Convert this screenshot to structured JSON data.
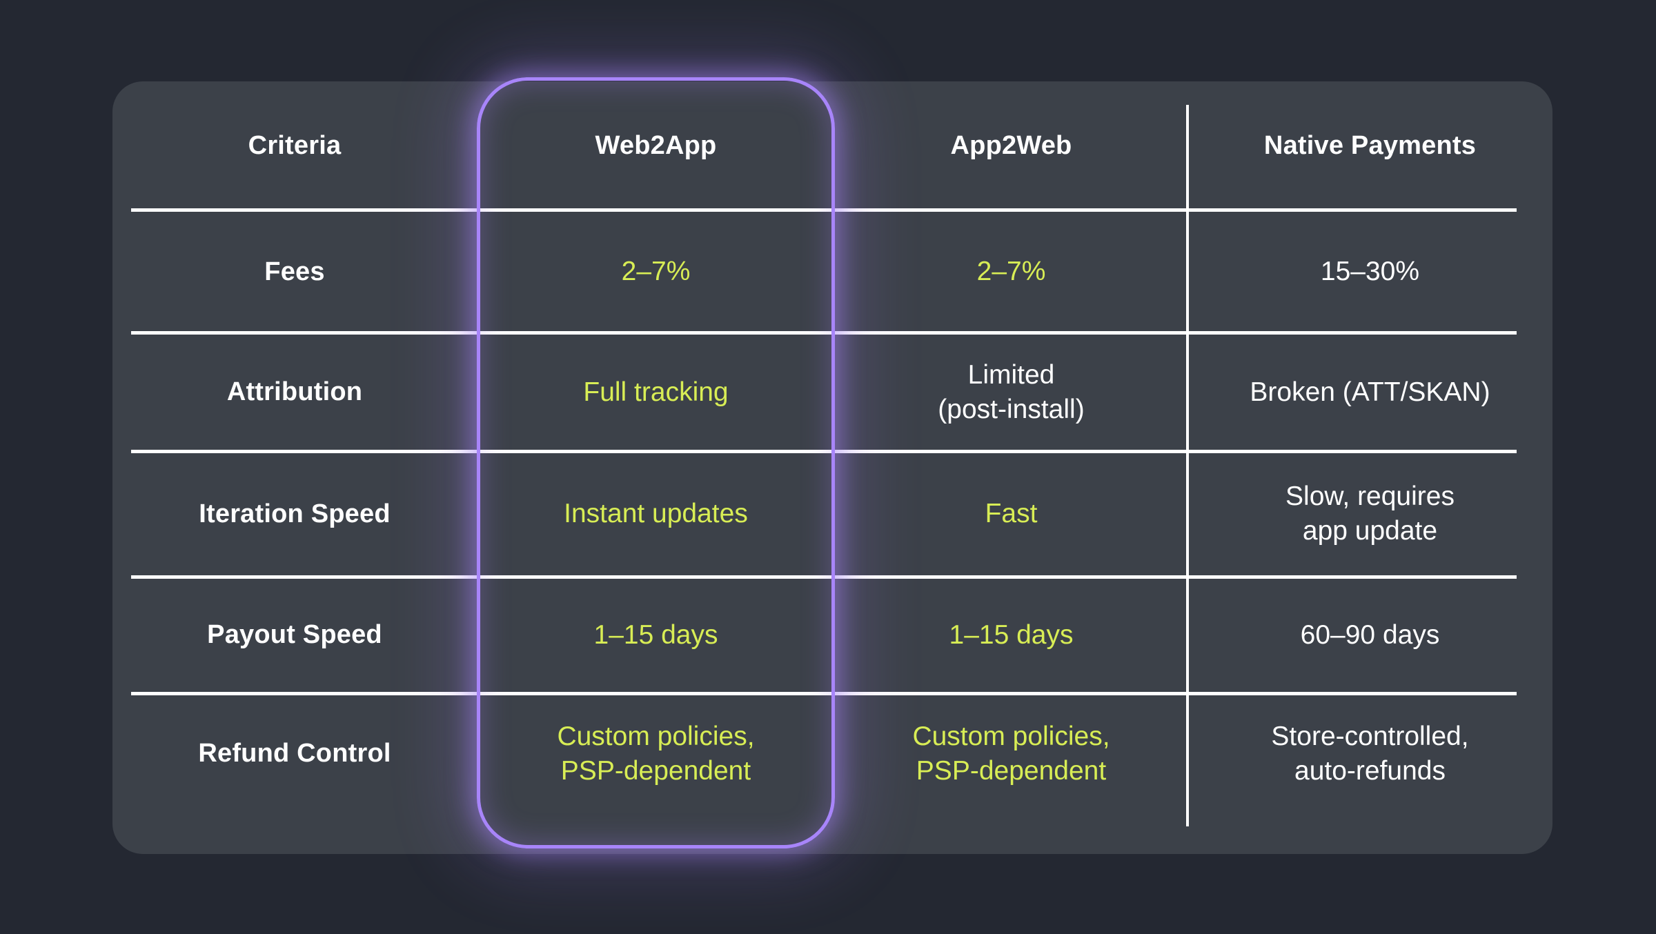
{
  "palette": {
    "page_bg": "#242832",
    "card_bg": "#3C4149",
    "text_white": "#FFFFFF",
    "accent_yellow": "#D8ED55",
    "accent_purple": "#A885FA",
    "divider_white": "#FFFFFF"
  },
  "chart_data": {
    "type": "table",
    "title": "",
    "columns": [
      "Criteria",
      "Web2App",
      "App2Web",
      "Native Payments"
    ],
    "highlighted_column": "Web2App",
    "rows": [
      {
        "label": "Fees",
        "values": [
          {
            "text": "2–7%",
            "color": "#D8ED55"
          },
          {
            "text": "2–7%",
            "color": "#D8ED55"
          },
          {
            "text": "15–30%",
            "color": "#FFFFFF"
          }
        ]
      },
      {
        "label": "Attribution",
        "values": [
          {
            "text": "Full tracking",
            "color": "#D8ED55"
          },
          {
            "text": "Limited\n(post-install)",
            "color": "#FFFFFF"
          },
          {
            "text": "Broken (ATT/SKAN)",
            "color": "#FFFFFF"
          }
        ]
      },
      {
        "label": "Iteration Speed",
        "values": [
          {
            "text": "Instant updates",
            "color": "#D8ED55"
          },
          {
            "text": "Fast",
            "color": "#D8ED55"
          },
          {
            "text": "Slow, requires\napp update",
            "color": "#FFFFFF"
          }
        ]
      },
      {
        "label": "Payout Speed",
        "values": [
          {
            "text": "1–15 days",
            "color": "#D8ED55"
          },
          {
            "text": "1–15 days",
            "color": "#D8ED55"
          },
          {
            "text": "60–90 days",
            "color": "#FFFFFF"
          }
        ]
      },
      {
        "label": "Refund Control",
        "values": [
          {
            "text": "Custom policies,\nPSP-dependent",
            "color": "#D8ED55"
          },
          {
            "text": "Custom policies,\nPSP-dependent",
            "color": "#D8ED55"
          },
          {
            "text": "Store-controlled,\nauto-refunds",
            "color": "#FFFFFF"
          }
        ]
      }
    ]
  }
}
